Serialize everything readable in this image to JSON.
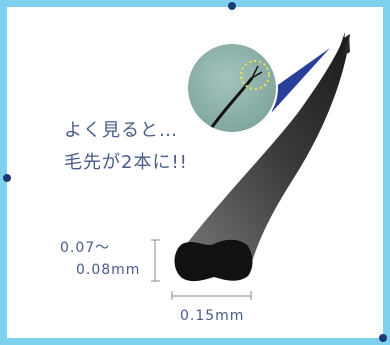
{
  "caption": {
    "line1": "よく見ると…",
    "line2": "毛先が2本に!!"
  },
  "dimensions": {
    "thickness_top": "0.07～",
    "thickness_bottom": "0.08mm",
    "width": "0.15mm"
  },
  "colors": {
    "border": "#7dd0ee",
    "corner_dot": "#1a3a78",
    "text": "#4a5c8a",
    "lash_dark": "#1e1e1e",
    "lash_light": "#6a6a6a",
    "zoom_fill": "#8ab0a8",
    "pointer": "#2a3f9a",
    "highlight": "#f2e24a",
    "dimension_line": "#888888"
  }
}
